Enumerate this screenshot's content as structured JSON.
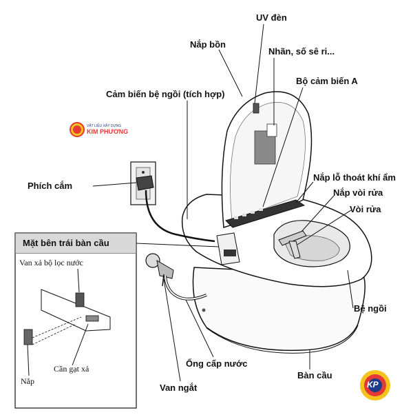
{
  "labels": {
    "uv_den": "UV đèn",
    "nap_bon": "Nắp bồn",
    "nhan_so_seri": "Nhãn, số sê ri...",
    "bo_cam_bien_a": "Bộ cảm biến A",
    "cam_bien_be_ngoi": "Cảm biến bệ ngồi (tích hợp)",
    "phich_cam": "Phích cắm",
    "nap_lo_thoat_khi_am": "Nắp lỗ thoát khí ẩm",
    "nap_voi_rua": "Nắp vòi rửa",
    "voi_rua": "Vòi rửa",
    "be_ngoi": "Bệ ngồi",
    "ong_cap_nuoc": "Ống cấp nước",
    "van_ngat": "Van ngắt",
    "ban_cau": "Bàn cầu"
  },
  "inset": {
    "title": "Mặt bên trái bàn cầu",
    "van_xa_bo_loc_nuoc": "Van xả bộ lọc nước",
    "can_gat_xa": "Cần gạt xả",
    "nap": "Nắp"
  },
  "logo": {
    "tagline": "VẬT LIỆU XÂY DỰNG",
    "brand": "KIM PHƯƠNG",
    "mark": "KP"
  },
  "colors": {
    "line": "#111111",
    "logo_red": "#e53935",
    "logo_yellow": "#f6c21c",
    "logo_blue": "#1e3a8a"
  }
}
